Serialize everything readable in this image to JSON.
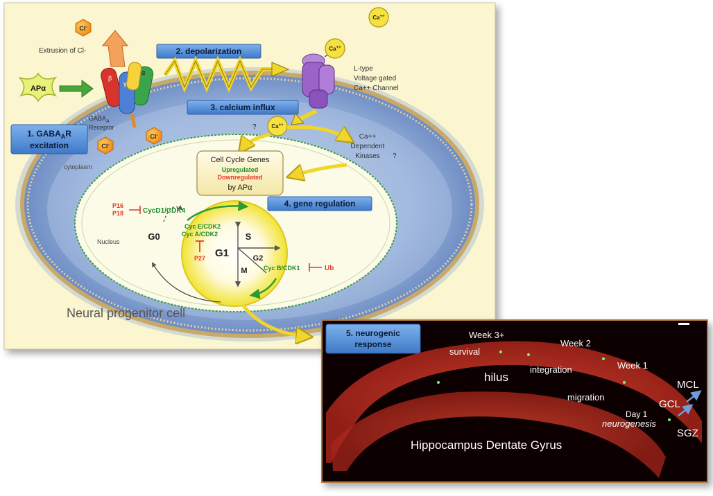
{
  "colors": {
    "panel_bg": "#fbf6cf",
    "box_fill": "#5b93d6",
    "upregulated": "#1f8a2a",
    "downregulated": "#e23a2a",
    "tissue_bg": "#0b0606",
    "tissue_red": "#d93a2a",
    "arrow_yellow": "#f4e13c"
  },
  "steps": {
    "s1_line1": "1. GABA",
    "s1_sub": "A",
    "s1_tail": "R",
    "s1_line2": "excitation",
    "s2": "2. depolarization",
    "s3": "3. calcium influx",
    "s4": "4. gene regulation",
    "s5_line1": "5. neurogenic",
    "s5_line2": "response"
  },
  "labels": {
    "extrusion": "Extrusion of Cl-",
    "cl": "Cl",
    "cl_sup": "-",
    "ca": "Ca",
    "ca_sup": "++",
    "ap": "APα",
    "alpha": "α",
    "beta": "β",
    "gamma": "γ",
    "receptor_1": "GABA",
    "receptor_sub": "A",
    "receptor_2": "Receptor",
    "ltype_1": "L-type",
    "ltype_2": "Voltage gated",
    "ltype_3": "Ca++ Channel",
    "kinase_1": "Ca++",
    "kinase_2": "Dependent",
    "kinase_3": "Kinases",
    "q": "?",
    "cytoplasm": "cytoplasm",
    "nucleus": "Nucleus",
    "cell": "Neural progenitor cell"
  },
  "genes_box": {
    "title_1": "Cell Cycle Genes",
    "up": "Upregulated",
    "down": "Downregulated",
    "by": "by APα"
  },
  "cycle": {
    "p16": "P16",
    "p18": "P18",
    "cycd": "CycD1/CDK4",
    "g0": "G0",
    "cyce": "Cyc E/CDK2",
    "cyca": "Cyc A/CDK2",
    "p27": "P27",
    "g1": "G1",
    "s": "S",
    "g2": "G2",
    "m": "M",
    "cycb": "Cyc B/CDK1",
    "ub": "Ub"
  },
  "tissue": {
    "week3": "Week 3+",
    "survival": "survival",
    "week2": "Week 2",
    "integration": "integration",
    "week1": "Week 1",
    "hilus": "hilus",
    "migration": "migration",
    "day1": "Day 1",
    "neurogenesis": "neurogenesis",
    "mcl": "MCL",
    "gcl": "GCL",
    "sgz": "SGZ",
    "title": "Hippocampus Dentate Gyrus"
  }
}
